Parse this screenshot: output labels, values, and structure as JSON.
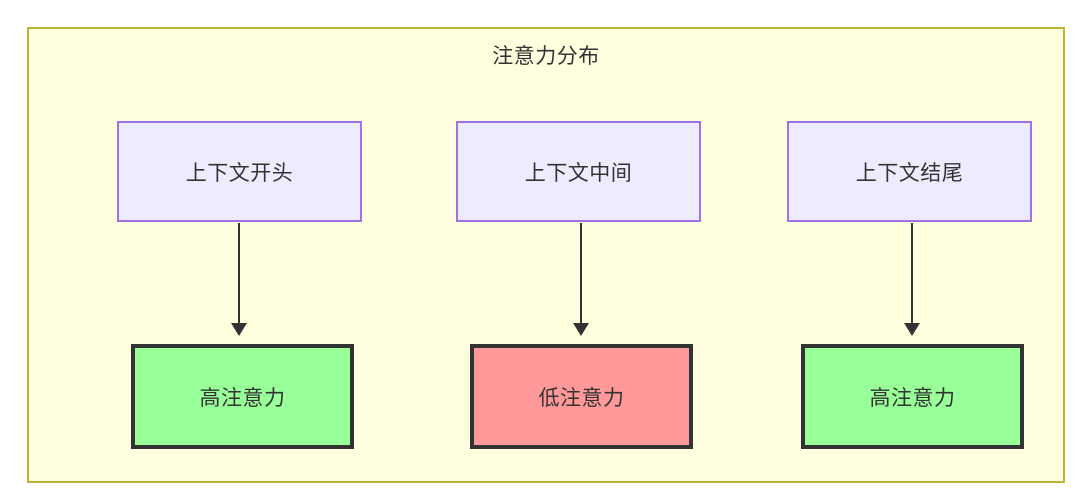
{
  "diagram": {
    "title": "注意力分布",
    "background_color": "#ffffe0",
    "border_color": "#bdb434",
    "source_nodes": [
      {
        "label": "上下文开头",
        "fill": "#ececfe",
        "stroke": "#9f72e8"
      },
      {
        "label": "上下文中间",
        "fill": "#ececfe",
        "stroke": "#9f72e8"
      },
      {
        "label": "上下文结尾",
        "fill": "#ececfe",
        "stroke": "#9f72e8"
      }
    ],
    "result_nodes": [
      {
        "label": "高注意力",
        "fill": "#99ff99",
        "stroke": "#333333"
      },
      {
        "label": "低注意力",
        "fill": "#ff9999",
        "stroke": "#333333"
      },
      {
        "label": "高注意力",
        "fill": "#99ff99",
        "stroke": "#333333"
      }
    ],
    "connectors": [
      {
        "from": "上下文开头",
        "to": "高注意力",
        "type": "arrow-down"
      },
      {
        "from": "上下文中间",
        "to": "低注意力",
        "type": "arrow-down"
      },
      {
        "from": "上下文结尾",
        "to": "高注意力",
        "type": "arrow-down"
      }
    ]
  }
}
